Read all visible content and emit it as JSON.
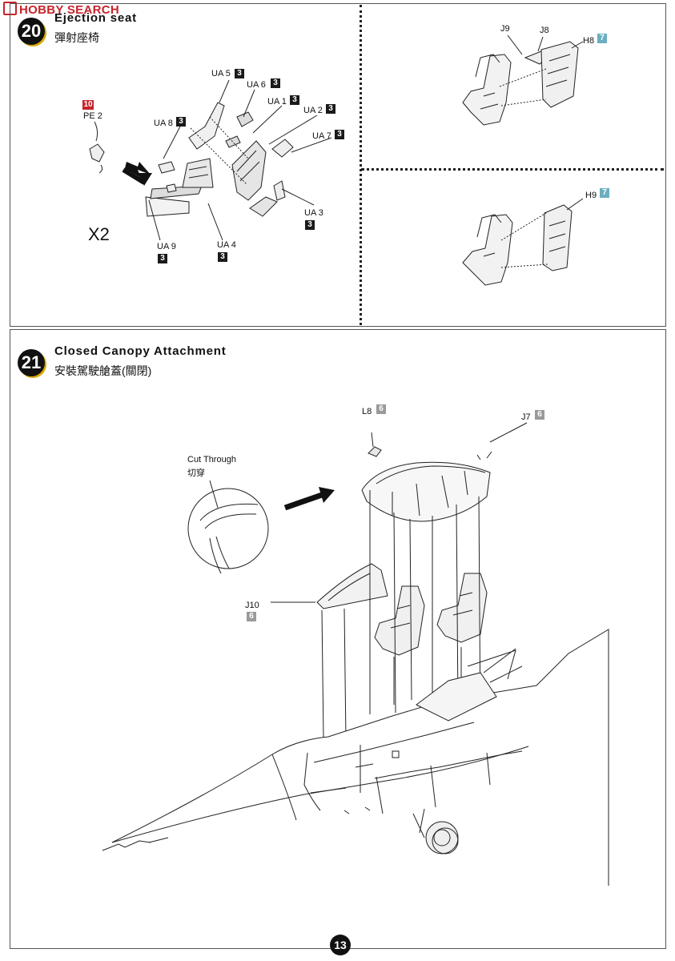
{
  "watermark": {
    "text": "HOBBY SEARCH"
  },
  "page": {
    "number": "13"
  },
  "step20": {
    "number": "20",
    "title": "Ejection seat",
    "subtitle": "彈射座椅",
    "multiplier": "X2",
    "parts": [
      {
        "name": "UA 5",
        "badge": "3"
      },
      {
        "name": "UA 6",
        "badge": "3"
      },
      {
        "name": "UA 1",
        "badge": "3"
      },
      {
        "name": "UA 2",
        "badge": "3"
      },
      {
        "name": "UA 8",
        "badge": "3"
      },
      {
        "name": "UA 7",
        "badge": "3"
      },
      {
        "name": "UA 3",
        "badge": "3"
      },
      {
        "name": "UA 9",
        "badge": "3"
      },
      {
        "name": "UA 4",
        "badge": "3"
      },
      {
        "name": "PE 2",
        "badge": "10"
      }
    ],
    "seat_a": {
      "j9": "J9",
      "j8": "J8",
      "h8": "H8",
      "h8_badge": "7"
    },
    "seat_b": {
      "h9": "H9",
      "h9_badge": "7"
    }
  },
  "step21": {
    "number": "21",
    "title": "Closed Canopy Attachment",
    "subtitle": "安裝駕駛艙蓋(關閉)",
    "cut_through": "Cut Through",
    "cut_through_cn": "切穿",
    "parts": [
      {
        "name": "L8",
        "badge": "6"
      },
      {
        "name": "J7",
        "badge": "6"
      },
      {
        "name": "J10",
        "badge": "6"
      }
    ]
  }
}
